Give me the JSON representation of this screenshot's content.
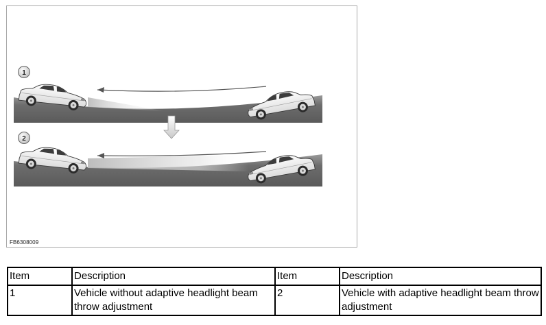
{
  "figure": {
    "code": "FB6308009",
    "panels": [
      {
        "number": "1"
      },
      {
        "number": "2"
      }
    ]
  },
  "table": {
    "headers": [
      "Item",
      "Description",
      "Item",
      "Description"
    ],
    "rows": [
      {
        "item_a": "1",
        "desc_a": "Vehicle without adaptive headlight beam throw adjustment",
        "item_b": "2",
        "desc_b": "Vehicle with adaptive headlight beam throw adjustment"
      }
    ]
  }
}
